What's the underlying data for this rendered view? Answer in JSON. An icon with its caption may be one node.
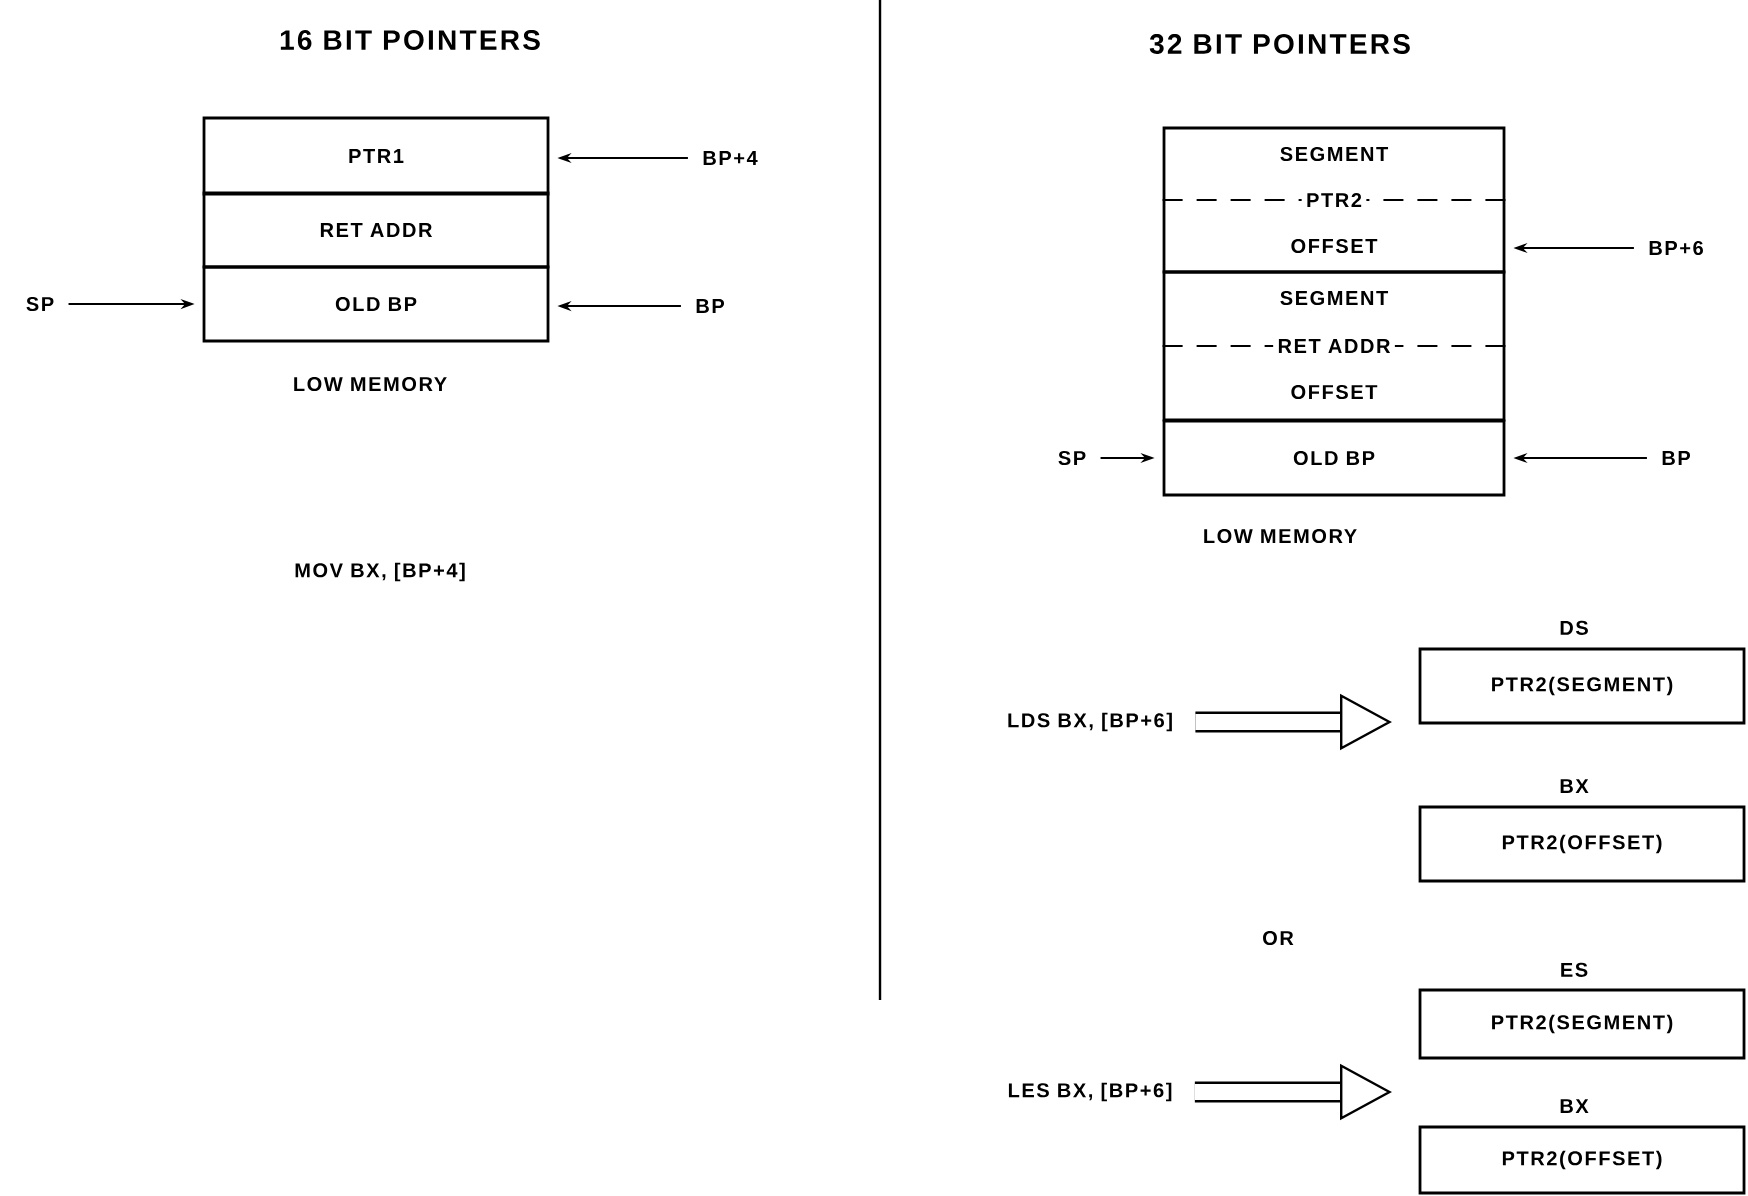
{
  "diagram": {
    "nodes": [
      {
        "text": [
          "PTR1"
        ]
      },
      {
        "text": [
          "RET ADDR"
        ]
      },
      {
        "text": [
          "OLD BP"
        ]
      },
      {
        "text": [
          "BP+4"
        ]
      },
      {
        "text": [
          "BP"
        ]
      },
      {
        "text": [
          "SP"
        ]
      },
      {
        "text": [
          "SEGMENT",
          "PTR2",
          "OFFSET"
        ]
      },
      {
        "text": [
          "SEGMENT",
          "RET ADDR",
          "OFFSET"
        ]
      },
      {
        "text": [
          "OLD BP"
        ]
      },
      {
        "text": [
          "BP+6"
        ]
      },
      {
        "text": [
          "BP"
        ]
      },
      {
        "text": [
          "SP"
        ]
      },
      {
        "text": [
          "LDS BX, [BP+6]"
        ]
      },
      {
        "text": [
          "DS",
          "PTR2(SEGMENT)"
        ]
      },
      {
        "text": [
          "BX",
          "PTR2(OFFSET)"
        ]
      },
      {
        "text": [
          "LES BX, [BP+6]"
        ]
      },
      {
        "text": [
          "ES",
          "PTR2(SEGMENT)"
        ]
      },
      {
        "text": [
          "BX",
          "PTR2(OFFSET)"
        ]
      }
    ],
    "edges": [
      {
        "from": 3,
        "to": 0,
        "arrow": "to"
      },
      {
        "from": 4,
        "to": 2,
        "arrow": "to"
      },
      {
        "from": 5,
        "to": 2,
        "arrow": "to"
      },
      {
        "from": 9,
        "to": 6,
        "arrow": "to"
      },
      {
        "from": 10,
        "to": 8,
        "arrow": "to"
      },
      {
        "from": 11,
        "to": 8,
        "arrow": "to"
      },
      {
        "from": 12,
        "to": null,
        "arrow": "to",
        "style": "thick"
      },
      {
        "from": 15,
        "to": null,
        "arrow": "to",
        "style": "thick"
      }
    ],
    "labels": [
      "16 BIT POINTERS",
      "32 BIT POINTERS",
      "LOW MEMORY",
      "LOW MEMORY",
      "MOV BX, [BP+4]",
      "OR"
    ]
  }
}
